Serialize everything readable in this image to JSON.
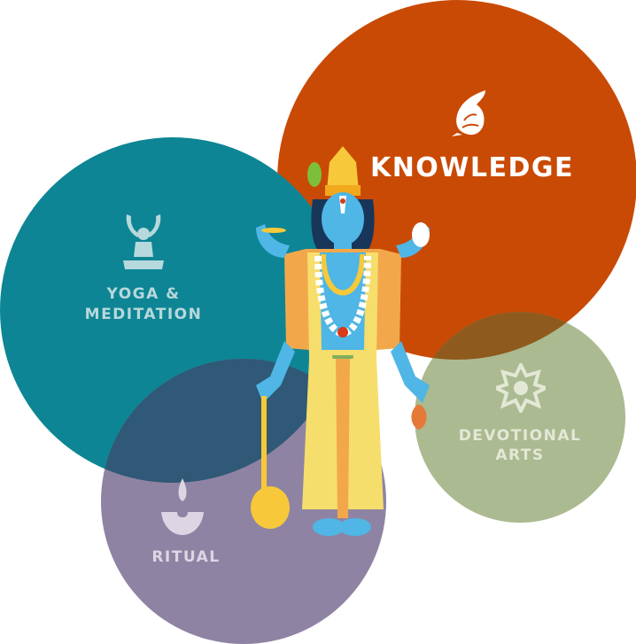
{
  "nodes": {
    "knowledge": {
      "label": "KNOWLEDGE",
      "color": "#c94a05",
      "text_color": "#ffffff",
      "icon": "conch-icon"
    },
    "yoga": {
      "label_line1": "YOGA &",
      "label_line2": "MEDITATION",
      "color": "#0d8594",
      "text_color": "#b7d8dc",
      "icon": "meditation-icon"
    },
    "ritual": {
      "label": "RITUAL",
      "color": "#8a7e9f",
      "text_color": "#dcd6e4",
      "icon": "diya-lamp-icon"
    },
    "devotional": {
      "label_line1": "DEVOTIONAL",
      "label_line2": "ARTS",
      "color": "#a4b487",
      "text_color": "#e3e8d6",
      "icon": "lotus-mandala-icon"
    }
  },
  "center": {
    "figure": "deity-illustration",
    "skin_color": "#4fb6e6",
    "robe_color": "#f6de6c"
  }
}
